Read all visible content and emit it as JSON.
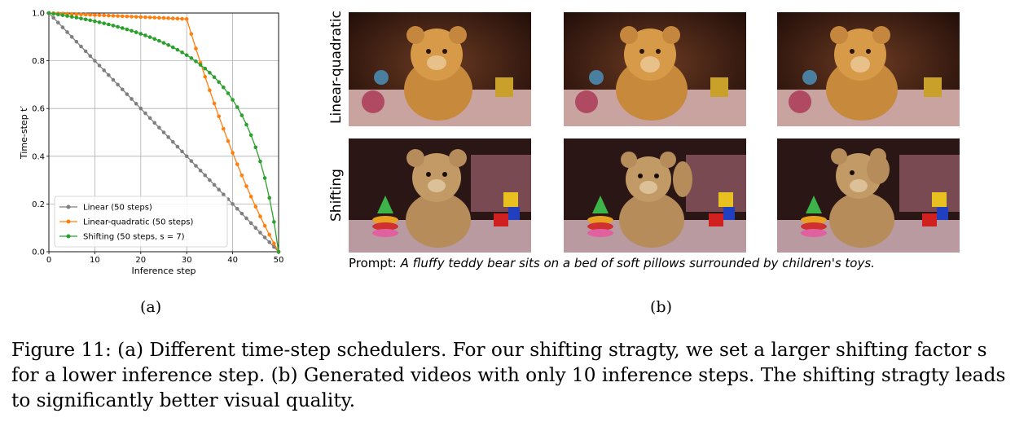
{
  "chart_data": {
    "type": "line",
    "xlabel": "Inference step",
    "ylabel": "Time-step t′",
    "xlim": [
      0,
      50
    ],
    "ylim": [
      0,
      1
    ],
    "xticks": [
      "0",
      "10",
      "20",
      "30",
      "40",
      "50"
    ],
    "yticks": [
      "0.0",
      "0.2",
      "0.4",
      "0.6",
      "0.8",
      "1.0"
    ],
    "grid": true,
    "legend_position": "lower-left",
    "series": [
      {
        "name": "Linear (50 steps)",
        "color": "#7f7f7f",
        "formula": "linear",
        "points": 51
      },
      {
        "name": "Linear-quadratic (50 steps)",
        "color": "#ff7f0e",
        "formula": "linear-quadratic",
        "points": 51
      },
      {
        "name": "Shifting (50 steps, s = 7)",
        "color": "#2ca02c",
        "formula": "shifting",
        "shift": 7,
        "points": 51
      }
    ]
  },
  "panel_b": {
    "rows": [
      {
        "label": "Linear-quadratic",
        "frames": [
          "frame-1",
          "frame-2",
          "frame-3"
        ]
      },
      {
        "label": "Shifting",
        "frames": [
          "frame-1",
          "frame-2",
          "frame-3"
        ]
      }
    ],
    "prompt_label": "Prompt:",
    "prompt_text": "A fluffy teddy bear sits on a bed of soft pillows surrounded by children's toys."
  },
  "sublabels": {
    "a": "(a)",
    "b": "(b)"
  },
  "caption": "Figure 11: (a) Different time-step schedulers. For our shifting stragty, we set a larger shifting factor s for a lower inference step. (b) Generated videos with only 10 inference steps. The shifting stragty leads to significantly better visual quality."
}
